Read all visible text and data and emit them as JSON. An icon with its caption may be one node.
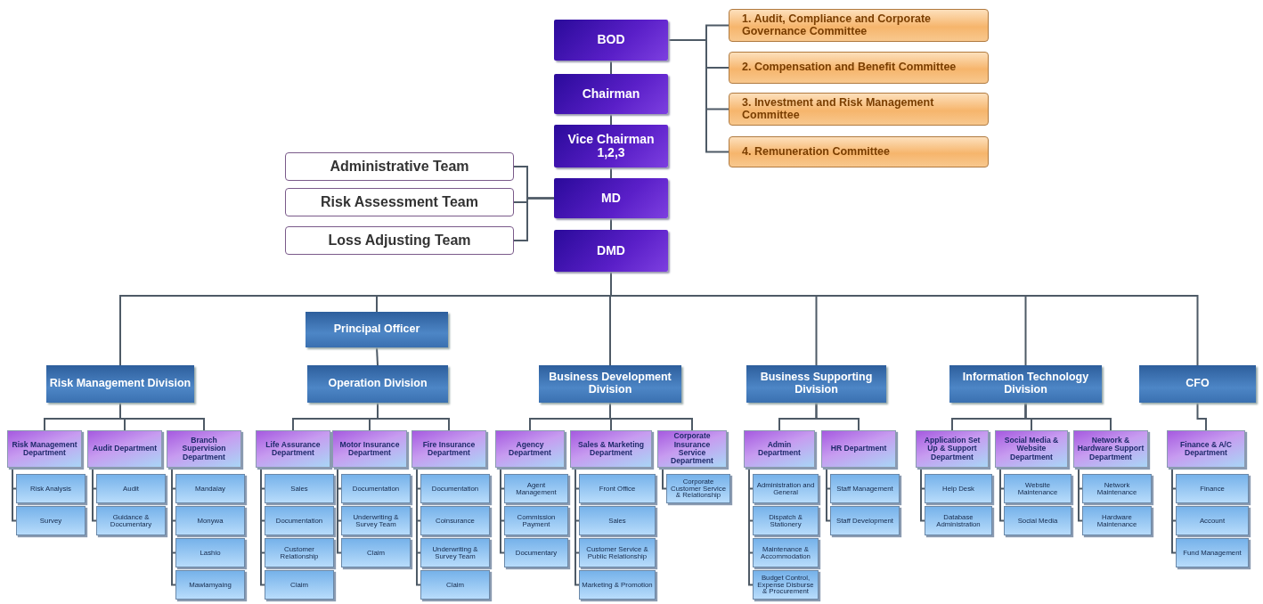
{
  "diagram": {
    "nodes": [
      {
        "text": [
          "BOD"
        ]
      },
      {
        "text": [
          "Chairman"
        ]
      },
      {
        "text": [
          "Vice Chairman 1,2,3"
        ]
      },
      {
        "text": [
          "MD"
        ]
      },
      {
        "text": [
          "DMD"
        ]
      },
      {
        "text": [
          "1. Audit, Compliance and Corporate Governance Committee"
        ]
      },
      {
        "text": [
          "2. Compensation and Benefit Committee"
        ]
      },
      {
        "text": [
          "3. Investment and Risk Management Committee"
        ]
      },
      {
        "text": [
          "4. Remuneration Committee"
        ]
      },
      {
        "text": [
          "Administrative Team"
        ]
      },
      {
        "text": [
          "Risk Assessment Team"
        ]
      },
      {
        "text": [
          "Loss Adjusting Team"
        ]
      },
      {
        "text": [
          "Risk Management Division"
        ]
      },
      {
        "text": [
          "Principal Officer"
        ]
      },
      {
        "text": [
          "Operation Division"
        ]
      },
      {
        "text": [
          "Business Development Division"
        ]
      },
      {
        "text": [
          "Business Supporting Division"
        ]
      },
      {
        "text": [
          "Information Technology Division"
        ]
      },
      {
        "text": [
          "CFO"
        ]
      },
      {
        "text": [
          "Risk Management Department"
        ]
      },
      {
        "text": [
          "Risk Analysis"
        ]
      },
      {
        "text": [
          "Survey"
        ]
      },
      {
        "text": [
          "Audit Department"
        ]
      },
      {
        "text": [
          "Audit"
        ]
      },
      {
        "text": [
          "Guidance & Documentary"
        ]
      },
      {
        "text": [
          "Branch Supervision Department"
        ]
      },
      {
        "text": [
          "Mandalay"
        ]
      },
      {
        "text": [
          "Monywa"
        ]
      },
      {
        "text": [
          "Lashio"
        ]
      },
      {
        "text": [
          "Mawlamyaing"
        ]
      },
      {
        "text": [
          "Life Assurance Department"
        ]
      },
      {
        "text": [
          "Sales"
        ]
      },
      {
        "text": [
          "Documentation"
        ]
      },
      {
        "text": [
          "Customer Relationship"
        ]
      },
      {
        "text": [
          "Claim"
        ]
      },
      {
        "text": [
          "Motor Insurance Department"
        ]
      },
      {
        "text": [
          "Documentation"
        ]
      },
      {
        "text": [
          "Underwriting & Survey Team"
        ]
      },
      {
        "text": [
          "Claim"
        ]
      },
      {
        "text": [
          "Fire Insurance Department"
        ]
      },
      {
        "text": [
          "Documentation"
        ]
      },
      {
        "text": [
          "Coinsurance"
        ]
      },
      {
        "text": [
          "Underwriting & Survey Team"
        ]
      },
      {
        "text": [
          "Claim"
        ]
      },
      {
        "text": [
          "Agency Department"
        ]
      },
      {
        "text": [
          "Agent Management"
        ]
      },
      {
        "text": [
          "Commission Payment"
        ]
      },
      {
        "text": [
          "Documentary"
        ]
      },
      {
        "text": [
          "Sales & Marketing Department"
        ]
      },
      {
        "text": [
          "Front Office"
        ]
      },
      {
        "text": [
          "Sales"
        ]
      },
      {
        "text": [
          "Customer Service & Public Relationship"
        ]
      },
      {
        "text": [
          "Marketing & Promotion"
        ]
      },
      {
        "text": [
          "Corporate Insurance Service Department"
        ]
      },
      {
        "text": [
          "Corporate Customer Service & Relationship"
        ]
      },
      {
        "text": [
          "Admin Department"
        ]
      },
      {
        "text": [
          "Administration and General"
        ]
      },
      {
        "text": [
          "Dispatch & Stationery"
        ]
      },
      {
        "text": [
          "Maintenance & Accommodation"
        ]
      },
      {
        "text": [
          "Budget Control, Expense Disburse & Procurement"
        ]
      },
      {
        "text": [
          "HR Department"
        ]
      },
      {
        "text": [
          "Staff Management"
        ]
      },
      {
        "text": [
          "Staff Development"
        ]
      },
      {
        "text": [
          "Application Set Up & Support Department"
        ]
      },
      {
        "text": [
          "Help Desk"
        ]
      },
      {
        "text": [
          "Database Administration"
        ]
      },
      {
        "text": [
          "Social Media & Website Department"
        ]
      },
      {
        "text": [
          "Website Maintenance"
        ]
      },
      {
        "text": [
          "Social Media"
        ]
      },
      {
        "text": [
          "Network & Hardware Support Department"
        ]
      },
      {
        "text": [
          "Network Maintenance"
        ]
      },
      {
        "text": [
          "Hardware Maintenance"
        ]
      },
      {
        "text": [
          "Finance & A/C Department"
        ]
      },
      {
        "text": [
          "Finance"
        ]
      },
      {
        "text": [
          "Account"
        ]
      },
      {
        "text": [
          "Fund Management"
        ]
      }
    ],
    "edges": [
      {
        "from": 0,
        "to": 1,
        "arrow": "none"
      },
      {
        "from": 1,
        "to": 2,
        "arrow": "none"
      },
      {
        "from": 2,
        "to": 3,
        "arrow": "none"
      },
      {
        "from": 3,
        "to": 4,
        "arrow": "none"
      },
      {
        "from": 0,
        "to": 5,
        "arrow": "none"
      },
      {
        "from": 0,
        "to": 6,
        "arrow": "none"
      },
      {
        "from": 0,
        "to": 7,
        "arrow": "none"
      },
      {
        "from": 0,
        "to": 8,
        "arrow": "none"
      },
      {
        "from": 9,
        "to": 3,
        "arrow": "none"
      },
      {
        "from": 10,
        "to": 3,
        "arrow": "none"
      },
      {
        "from": 11,
        "to": 3,
        "arrow": "none"
      },
      {
        "from": 4,
        "to": 12,
        "arrow": "none"
      },
      {
        "from": 4,
        "to": 13,
        "arrow": "none"
      },
      {
        "from": 13,
        "to": 14,
        "arrow": "none"
      },
      {
        "from": 4,
        "to": 15,
        "arrow": "none"
      },
      {
        "from": 4,
        "to": 16,
        "arrow": "none"
      },
      {
        "from": 4,
        "to": 17,
        "arrow": "none"
      },
      {
        "from": 4,
        "to": 18,
        "arrow": "none"
      },
      {
        "from": 12,
        "to": 19,
        "arrow": "none"
      },
      {
        "from": 19,
        "to": 20,
        "arrow": "none"
      },
      {
        "from": 19,
        "to": 21,
        "arrow": "none"
      },
      {
        "from": 12,
        "to": 22,
        "arrow": "none"
      },
      {
        "from": 22,
        "to": 23,
        "arrow": "none"
      },
      {
        "from": 22,
        "to": 24,
        "arrow": "none"
      },
      {
        "from": 12,
        "to": 25,
        "arrow": "none"
      },
      {
        "from": 25,
        "to": 26,
        "arrow": "none"
      },
      {
        "from": 25,
        "to": 27,
        "arrow": "none"
      },
      {
        "from": 25,
        "to": 28,
        "arrow": "none"
      },
      {
        "from": 25,
        "to": 29,
        "arrow": "none"
      },
      {
        "from": 14,
        "to": 30,
        "arrow": "none"
      },
      {
        "from": 30,
        "to": 31,
        "arrow": "none"
      },
      {
        "from": 30,
        "to": 32,
        "arrow": "none"
      },
      {
        "from": 30,
        "to": 33,
        "arrow": "none"
      },
      {
        "from": 30,
        "to": 34,
        "arrow": "none"
      },
      {
        "from": 14,
        "to": 35,
        "arrow": "none"
      },
      {
        "from": 35,
        "to": 36,
        "arrow": "none"
      },
      {
        "from": 35,
        "to": 37,
        "arrow": "none"
      },
      {
        "from": 35,
        "to": 38,
        "arrow": "none"
      },
      {
        "from": 14,
        "to": 39,
        "arrow": "none"
      },
      {
        "from": 39,
        "to": 40,
        "arrow": "none"
      },
      {
        "from": 39,
        "to": 41,
        "arrow": "none"
      },
      {
        "from": 39,
        "to": 42,
        "arrow": "none"
      },
      {
        "from": 39,
        "to": 43,
        "arrow": "none"
      },
      {
        "from": 15,
        "to": 44,
        "arrow": "none"
      },
      {
        "from": 44,
        "to": 45,
        "arrow": "none"
      },
      {
        "from": 44,
        "to": 46,
        "arrow": "none"
      },
      {
        "from": 44,
        "to": 47,
        "arrow": "none"
      },
      {
        "from": 15,
        "to": 48,
        "arrow": "none"
      },
      {
        "from": 48,
        "to": 49,
        "arrow": "none"
      },
      {
        "from": 48,
        "to": 50,
        "arrow": "none"
      },
      {
        "from": 48,
        "to": 51,
        "arrow": "none"
      },
      {
        "from": 48,
        "to": 52,
        "arrow": "none"
      },
      {
        "from": 15,
        "to": 53,
        "arrow": "none"
      },
      {
        "from": 53,
        "to": 54,
        "arrow": "none"
      },
      {
        "from": 16,
        "to": 55,
        "arrow": "none"
      },
      {
        "from": 55,
        "to": 56,
        "arrow": "none"
      },
      {
        "from": 55,
        "to": 57,
        "arrow": "none"
      },
      {
        "from": 55,
        "to": 58,
        "arrow": "none"
      },
      {
        "from": 55,
        "to": 59,
        "arrow": "none"
      },
      {
        "from": 16,
        "to": 60,
        "arrow": "none"
      },
      {
        "from": 60,
        "to": 61,
        "arrow": "none"
      },
      {
        "from": 60,
        "to": 62,
        "arrow": "none"
      },
      {
        "from": 17,
        "to": 63,
        "arrow": "none"
      },
      {
        "from": 63,
        "to": 64,
        "arrow": "none"
      },
      {
        "from": 63,
        "to": 65,
        "arrow": "none"
      },
      {
        "from": 17,
        "to": 66,
        "arrow": "none"
      },
      {
        "from": 66,
        "to": 67,
        "arrow": "none"
      },
      {
        "from": 66,
        "to": 68,
        "arrow": "none"
      },
      {
        "from": 17,
        "to": 69,
        "arrow": "none"
      },
      {
        "from": 69,
        "to": 70,
        "arrow": "none"
      },
      {
        "from": 69,
        "to": 71,
        "arrow": "none"
      },
      {
        "from": 18,
        "to": 72,
        "arrow": "none"
      },
      {
        "from": 72,
        "to": 73,
        "arrow": "none"
      },
      {
        "from": 72,
        "to": 74,
        "arrow": "none"
      },
      {
        "from": 72,
        "to": 75,
        "arrow": "none"
      }
    ]
  }
}
